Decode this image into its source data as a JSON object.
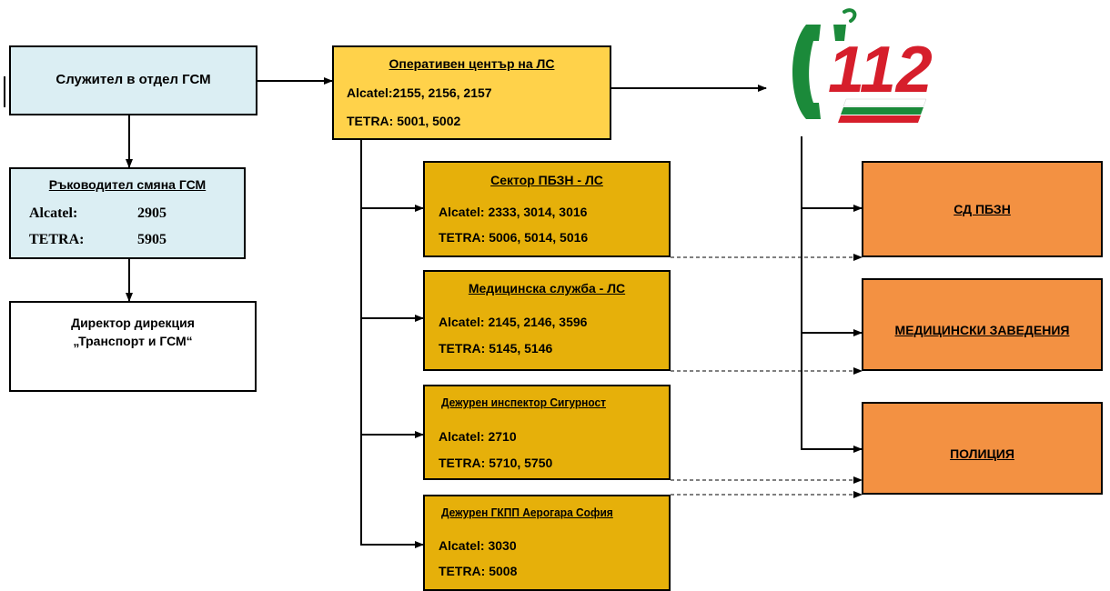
{
  "employee": {
    "title": "Служител в отдел ГСМ"
  },
  "shift_lead": {
    "title": "Ръководител смяна ГСМ",
    "alcatel_label": "Alcatel:",
    "alcatel_value": "2905",
    "tetra_label": "TETRA:",
    "tetra_value": "5905"
  },
  "director": {
    "line1": "Директор дирекция",
    "line2": "„Транспорт и ГСМ“"
  },
  "ops_center": {
    "title": "Оперативен център на ЛС",
    "alcatel": "Alcatel:2155, 2156, 2157",
    "tetra": "TETRA: 5001, 5002"
  },
  "units": [
    {
      "title": "Сектор ПБЗН - ЛС",
      "alcatel": "Alcatel: 2333, 3014, 3016",
      "tetra": "TETRA: 5006, 5014, 5016"
    },
    {
      "title": "Медицинска служба - ЛС",
      "alcatel": "Alcatel: 2145, 2146, 3596",
      "tetra": "TETRA: 5145, 5146"
    },
    {
      "title": "Дежурен  инспектор  Сигурност",
      "alcatel": "Alcatel: 2710",
      "tetra": "TETRA: 5710, 5750"
    },
    {
      "title": "Дежурен ГКПП Аерогара София",
      "alcatel": "Alcatel: 3030",
      "tetra": "TETRA: 5008"
    }
  ],
  "services": [
    {
      "title": "СД ПБЗН"
    },
    {
      "title": "МЕДИЦИНСКИ ЗАВЕДЕНИЯ"
    },
    {
      "title": "ПОЛИЦИЯ"
    }
  ],
  "logo": {
    "text": "112",
    "icon": "phone-handset-icon"
  },
  "colors": {
    "employee_fill": "#dbeef3",
    "ops_fill": "#ffd24a",
    "unit_fill": "#e6b00a",
    "service_fill": "#f39142",
    "logo_green": "#1b8a3a",
    "logo_red": "#d61e2b"
  }
}
